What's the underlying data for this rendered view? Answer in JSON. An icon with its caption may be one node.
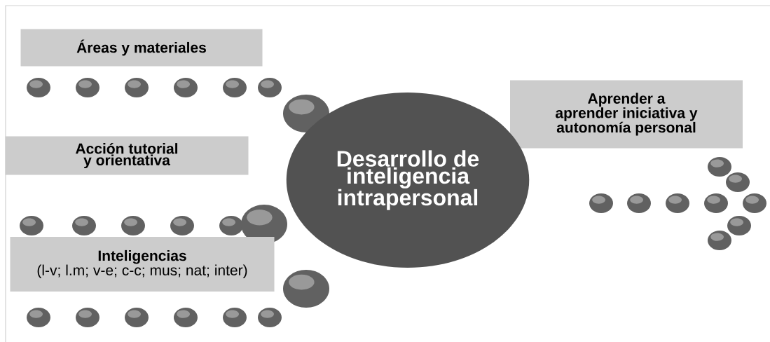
{
  "diagram": {
    "nodes": [
      {
        "text": [
          "Áreas y materiales"
        ]
      },
      {
        "text": [
          "Aprender a aprender iniciativa y autonomía personal"
        ]
      },
      {
        "text": [
          "Acción tutorial y orientativa"
        ]
      },
      {
        "text": [
          "Desarrollo de inteligencia intrapersonal"
        ]
      },
      {
        "text": [
          "Inteligencias",
          "(l-v; l.m; v-e; c-c; mus; nat; inter)"
        ]
      }
    ]
  }
}
